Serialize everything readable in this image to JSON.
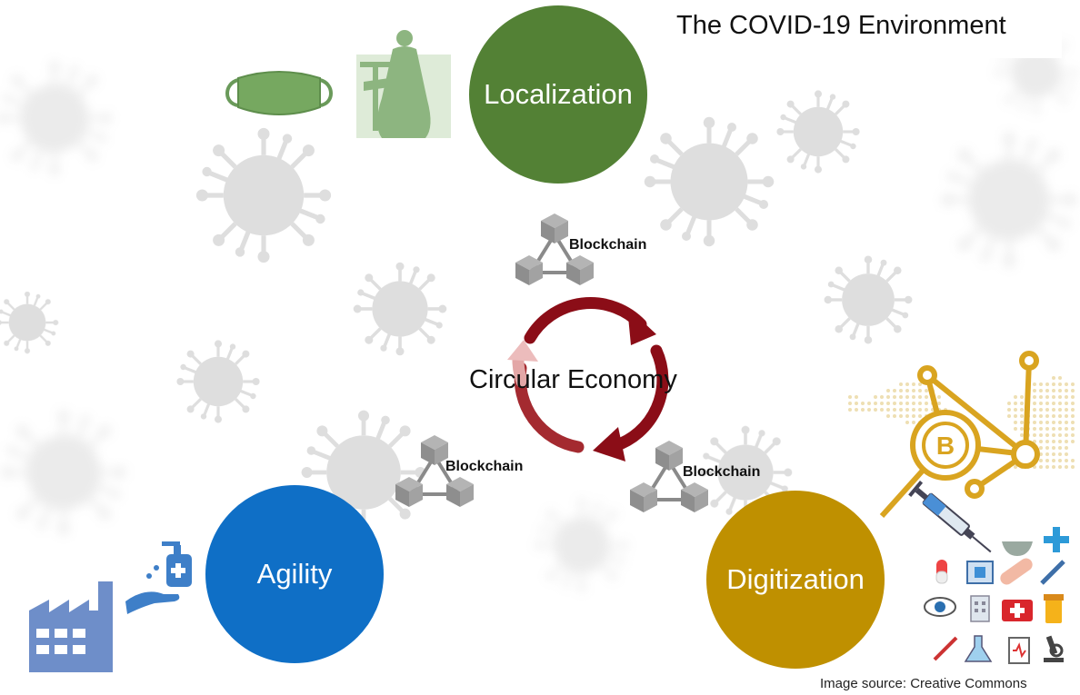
{
  "title": "The COVID-19 Environment",
  "center": {
    "label": "Circular Economy"
  },
  "nodes": {
    "localization": {
      "label": "Localization",
      "color": "#538135"
    },
    "agility": {
      "label": "Agility",
      "color": "#0f6fc6"
    },
    "digitization": {
      "label": "Digitization",
      "color": "#bf9000"
    }
  },
  "blockchain_labels": [
    "Blockchain",
    "Blockchain",
    "Blockchain"
  ],
  "source": "Image source: Creative Commons",
  "colors": {
    "cycle_arrow": "#8b0d17",
    "cycle_arrow_faded": "#e3a7a7",
    "blockchain_gray": "#8c8c8c",
    "virus_gray": "#d4d4d4"
  },
  "icons": [
    "virus-icon",
    "face-mask-icon",
    "seamstress-sewing-machine-icon",
    "blockchain-icon",
    "factory-icon",
    "hand-sanitizer-icon",
    "bitcoin-network-icon",
    "world-map-icon",
    "syringe-icon",
    "medical-icons-grid"
  ]
}
